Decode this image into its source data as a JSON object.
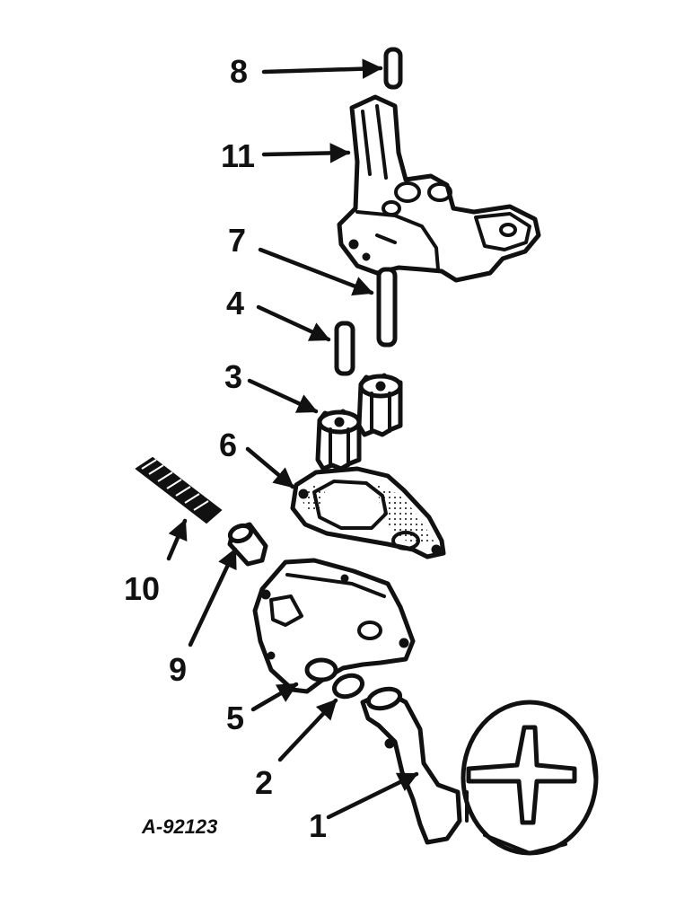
{
  "diagram_code": "A-92123",
  "callouts": [
    {
      "number": "1",
      "part": "oil pump screen"
    },
    {
      "number": "2",
      "part": "o-ring"
    },
    {
      "number": "3",
      "part": "pump gears"
    },
    {
      "number": "4",
      "part": "idler shaft"
    },
    {
      "number": "5",
      "part": "o-ring"
    },
    {
      "number": "6",
      "part": "cover gasket"
    },
    {
      "number": "7",
      "part": "drive shaft"
    },
    {
      "number": "8",
      "part": "dowel pin"
    },
    {
      "number": "9",
      "part": "relief valve plunger"
    },
    {
      "number": "10",
      "part": "relief valve spring"
    },
    {
      "number": "11",
      "part": "pump body"
    }
  ]
}
